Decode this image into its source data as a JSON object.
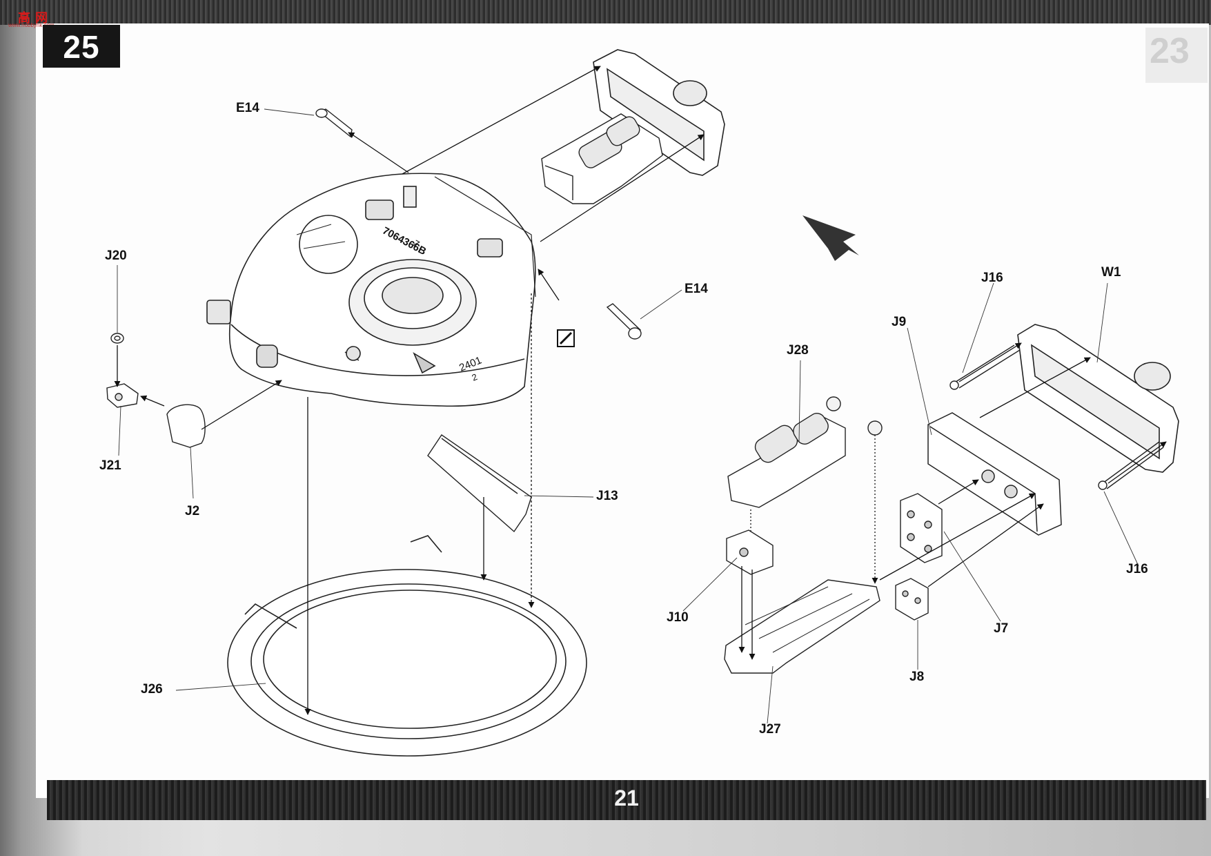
{
  "header": {
    "watermark_text": "高 网",
    "watermark_url": "www.hobbyhk.com",
    "step_number": "25"
  },
  "diagram": {
    "turret_markings": [
      "7064366B",
      "Z",
      "2401",
      "2"
    ],
    "direction_arrow": "toward upper-left",
    "labels": {
      "e14_top": "E14",
      "e14_right": "E14",
      "j20": "J20",
      "j21": "J21",
      "j2": "J2",
      "j13": "J13",
      "j26": "J26",
      "j28": "J28",
      "j9": "J9",
      "j16_top": "J16",
      "w1": "W1",
      "j10": "J10",
      "j27": "J27",
      "j8": "J8",
      "j7": "J7",
      "j16_bottom": "J16"
    }
  },
  "footer": {
    "page_number": "21"
  },
  "background_page_ghost": "23"
}
